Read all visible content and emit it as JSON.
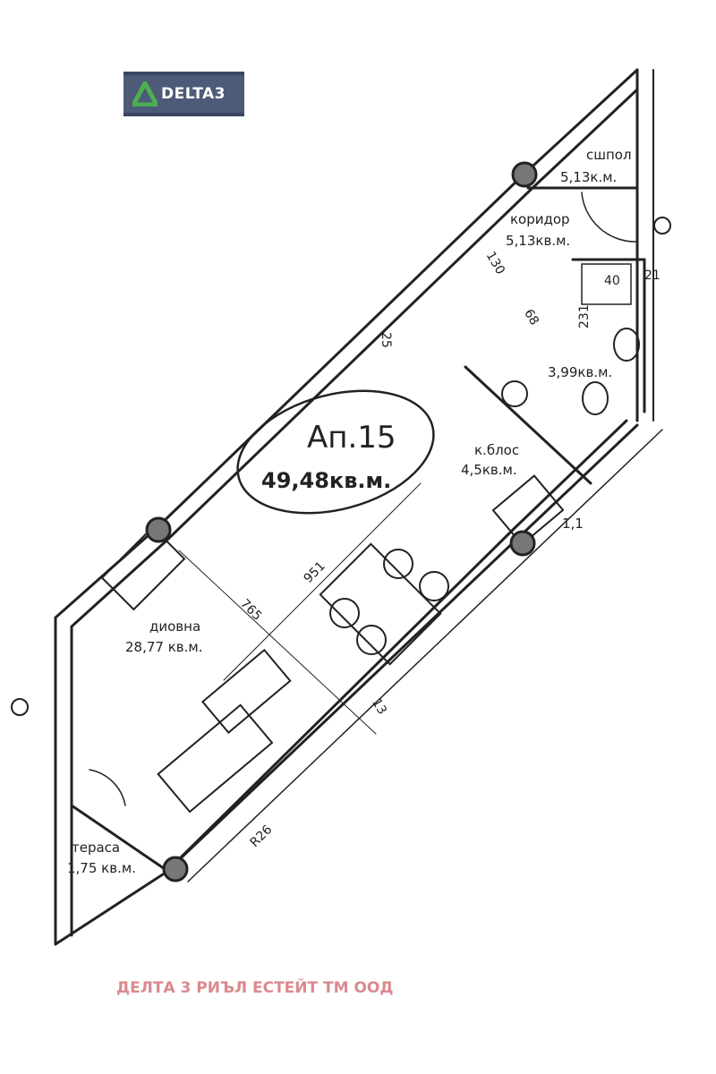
{
  "logo": {
    "text": "DELTA3",
    "bg_color": "#4d5b78",
    "accent": "#4caf50"
  },
  "apartment": {
    "name": "Ап.15",
    "area": "49,48кв.м."
  },
  "rooms": {
    "storage": {
      "name": "сшпол",
      "area": "5,13к.м."
    },
    "corridor": {
      "name": "коридор",
      "area": "5,13кв.м."
    },
    "bathroom": {
      "area": "3,99кв.м."
    },
    "kitchen": {
      "name": "к.блос",
      "area": "4,5кв.м."
    },
    "living": {
      "name": "диовна",
      "area": "28,77 кв.м."
    },
    "terrace": {
      "name": "тераса",
      "area": "1,75 кв.м."
    },
    "balcony": {
      "area": "1,1"
    }
  },
  "dimensions": [
    "130",
    "25",
    "68",
    "231",
    "40",
    "21",
    "951",
    "765",
    "13",
    "R26"
  ],
  "footer": {
    "text": "ДЕЛТА 3 РИЪЛ ЕСТЕЙТ ТМ ООД",
    "color": "#d98a8e"
  }
}
